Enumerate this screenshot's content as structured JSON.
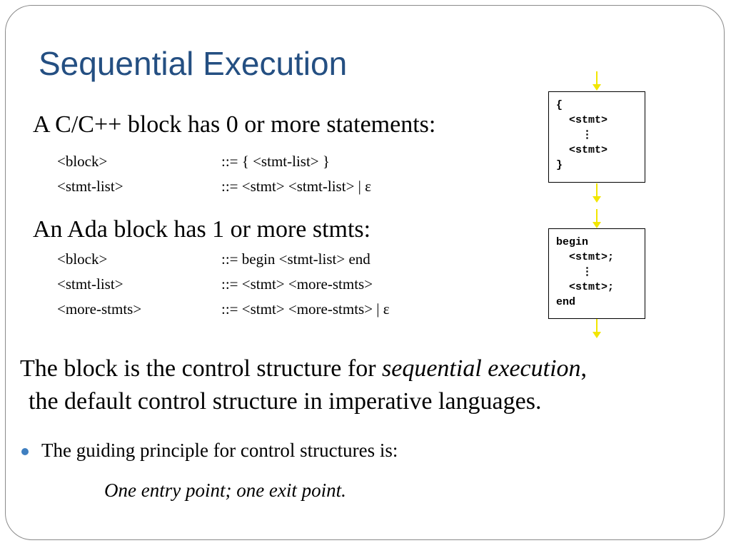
{
  "slide": {
    "title": "Sequential Execution",
    "c_heading": "A C/C++ block has 0 or more statements:",
    "c_grammar": [
      {
        "lhs": "<block>",
        "rhs": "::=  { <stmt-list> }"
      },
      {
        "lhs": "<stmt-list>",
        "rhs": "::=  <stmt> <stmt-list> | ε"
      }
    ],
    "ada_heading": "An Ada block has 1 or more stmts:",
    "ada_grammar": [
      {
        "lhs": "<block>",
        "rhs": "::=  begin <stmt-list> end"
      },
      {
        "lhs": "<stmt-list>",
        "rhs": "::=  <stmt> <more-stmts>"
      },
      {
        "lhs": "<more-stmts>",
        "rhs": "::=  <stmt> <more-stmts> | ε"
      }
    ],
    "para_line1_prefix": "The block is the control structure for ",
    "para_line1_emph": "sequential execution",
    "para_line1_suffix": ",",
    "para_line2": "the default control structure in imperative languages.",
    "bullet": "The guiding principle for control structures is:",
    "principle": "One entry point; one exit point."
  },
  "code_boxes": {
    "c_lines": [
      "{",
      "  <stmt>",
      "    ⋮",
      "  <stmt>",
      "}"
    ],
    "ada_lines": [
      "begin",
      "  <stmt>;",
      "    ⋮",
      "  <stmt>;",
      "end"
    ]
  },
  "colors": {
    "title": "#244f82",
    "bullet": "#3f7fc0",
    "arrow": "#f2e600"
  }
}
